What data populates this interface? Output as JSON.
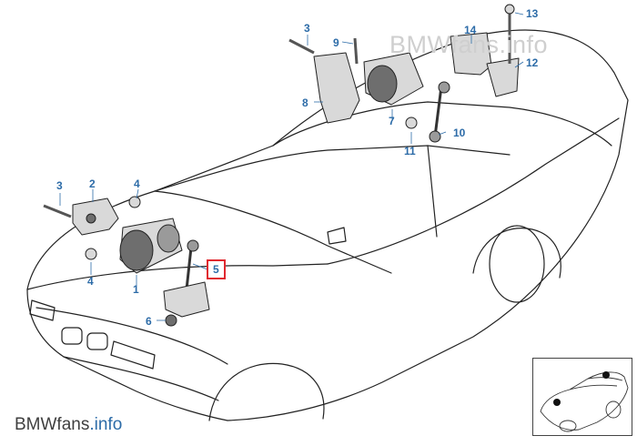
{
  "watermark": {
    "prefix": "BMW",
    "suffix": "fans.info"
  },
  "brand": {
    "prefix": "BMWfans",
    "suffix": ".info"
  },
  "callouts": {
    "c1": "1",
    "c2": "2",
    "c3a": "3",
    "c3b": "3",
    "c4a": "4",
    "c4b": "4",
    "c5": "5",
    "c6": "6",
    "c7": "7",
    "c8": "8",
    "c9": "9",
    "c10": "10",
    "c11": "11",
    "c12": "12",
    "c13": "13",
    "c14": "14"
  },
  "highlight": {
    "part": "5",
    "color": "#e0282f"
  },
  "colors": {
    "callout": "#2d6ca8",
    "line": "#222222",
    "part_fill": "#d9d9d9",
    "part_dark": "#6e6e6e"
  }
}
